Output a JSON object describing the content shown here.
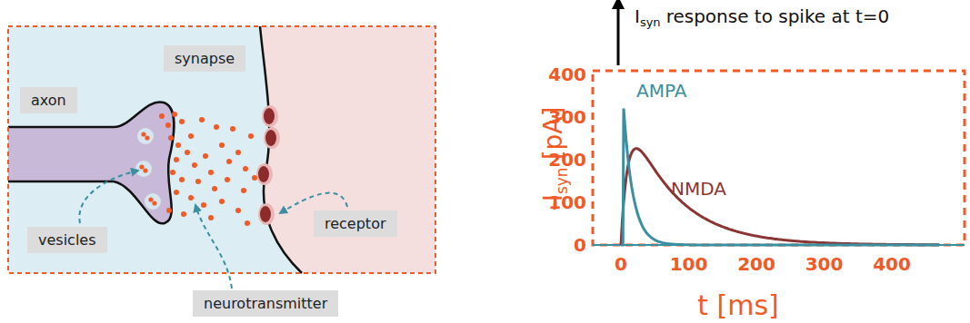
{
  "diagram": {
    "nodes": [
      {
        "text": [
          "synapse"
        ]
      },
      {
        "text": [
          "axon"
        ]
      },
      {
        "text": [
          "receptor"
        ]
      },
      {
        "text": [
          "vesicles"
        ]
      },
      {
        "text": [
          "neurotransmitter"
        ]
      }
    ],
    "labels": [
      "I",
      "syn",
      "response to spike at t=0",
      "400",
      "300",
      "200",
      "100",
      "0",
      "-I",
      "syn",
      "[pA]",
      "AMPA",
      "NMDA",
      "0",
      "100",
      "200",
      "300",
      "400",
      "t [ms]"
    ]
  }
}
